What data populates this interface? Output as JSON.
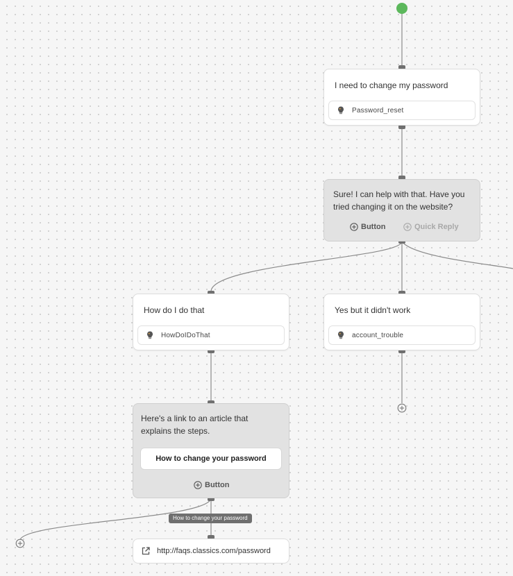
{
  "flow": {
    "user_message_1": {
      "text": "I need to change my password",
      "intent": "Password_reset",
      "intent_icon": "bulb-icon"
    },
    "bot_message_1": {
      "text": "Sure! I can help with that. Have you tried changing it on the website?",
      "add_button_label": "Button",
      "add_quick_reply_label": "Quick Reply"
    },
    "user_message_2": {
      "text": "How do I do that",
      "intent": "HowDoIDoThat",
      "intent_icon": "bulb-icon"
    },
    "user_message_3": {
      "text": "Yes but it didn't work",
      "intent": "account_trouble",
      "intent_icon": "bulb-icon"
    },
    "bot_message_2": {
      "text": "Here's a link to an article that explains the steps.",
      "reply_button_label": "How to change your password",
      "add_button_label": "Button"
    },
    "edge_label": "How to change your password",
    "link_node": {
      "url": "http://faqs.classics.com/password",
      "icon": "external-link-icon"
    }
  },
  "colors": {
    "start": "#5cb85c",
    "wire": "#8a8a8a",
    "bot_bubble": "#e2e2e2",
    "user_bubble": "#ffffff"
  }
}
